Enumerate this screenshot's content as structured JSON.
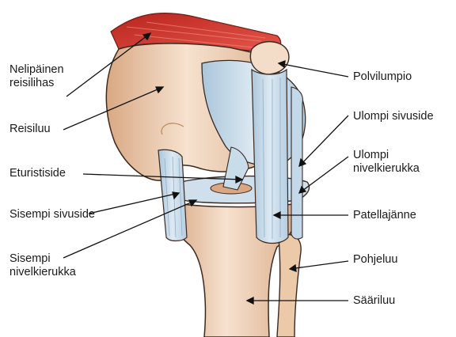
{
  "labels": {
    "quadriceps": [
      "Nelipäinen",
      "reisilihas"
    ],
    "femur": "Reisiluu",
    "acl": "Eturistiside",
    "mcl": "Sisempi sivuside",
    "medial_meniscus": [
      "Sisempi",
      "nivelkierukka"
    ],
    "patella": "Polvilumpio",
    "lcl": "Ulompi sivuside",
    "lateral_meniscus": [
      "Ulompi",
      "nivelkierukka"
    ],
    "patellar_tendon": "Patellajänne",
    "fibula": "Pohjeluu",
    "tibia": "Sääriluu"
  },
  "colors": {
    "bone": "#f1d6bd",
    "bone_shade": "#d9a883",
    "ligament": "#c9dcea",
    "ligament_line": "#8fb0c8",
    "muscle": "#d9392f",
    "outline": "#3a2a22",
    "leader": "#111111"
  }
}
